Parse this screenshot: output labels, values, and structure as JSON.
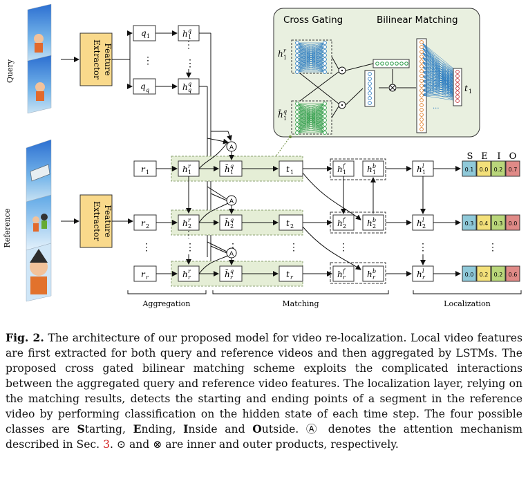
{
  "figure": {
    "query_label": "Query",
    "reference_label": "Reference",
    "feature_extractor": [
      "Feature",
      "Extractor"
    ],
    "query_nodes": {
      "q1": "q",
      "q1_sub": "1",
      "qq": "q",
      "qq_sub": "q",
      "hq1": "h",
      "hq1_sup": "q",
      "hq1_sub": "1",
      "hqq": "h",
      "hqq_sup": "q",
      "hqq_sub": "q"
    },
    "ref_nodes": [
      "r",
      "r",
      "r"
    ],
    "ref_subs": [
      "1",
      "2",
      "r"
    ],
    "t_subs": [
      "1",
      "2",
      "r"
    ],
    "attention": "A",
    "sections": {
      "aggregation": "Aggregation",
      "matching": "Matching",
      "localization": "Localization"
    },
    "inset": {
      "cross_gating": "Cross Gating",
      "bilinear_matching": "Bilinear Matching",
      "t1": "t",
      "t1_sub": "1"
    },
    "classes": [
      "S",
      "E",
      "I",
      "O"
    ],
    "class_colors": [
      "#8fc9d9",
      "#f3e07a",
      "#b9d67a",
      "#e08a87"
    ],
    "prob_rows": [
      [
        "0.1",
        "0.0",
        "0.2",
        "0.7"
      ],
      [
        "0.3",
        "0.4",
        "0.3",
        "0.0"
      ],
      [
        "0.0",
        "0.2",
        "0.2",
        "0.6"
      ]
    ],
    "ellipsis": "⋮"
  },
  "caption": {
    "label": "Fig. 2.",
    "part1": " The architecture of our proposed model for video re-localization. Local video features are first extracted for both query and reference videos and then aggregated by LSTMs. The proposed cross gated bilinear matching scheme exploits the complicated interactions between the aggregated query and reference video features. The localization layer, relying on the matching results, detects the starting and ending points of a segment in the reference video by performing classification on the hidden state of each time step. The four possible classes are ",
    "s1": "S",
    "s2": "tarting, ",
    "e1": "E",
    "e2": "nding, ",
    "i1": "I",
    "i2": "nside and ",
    "o1": "O",
    "o2": "utside.",
    "attn_symbol": "Ⓐ",
    "part2": " denotes the attention mechanism described in Sec. ",
    "sec_ref": "3",
    "part3": ". ⊙ and ⊗ are inner and outer products, respectively."
  }
}
